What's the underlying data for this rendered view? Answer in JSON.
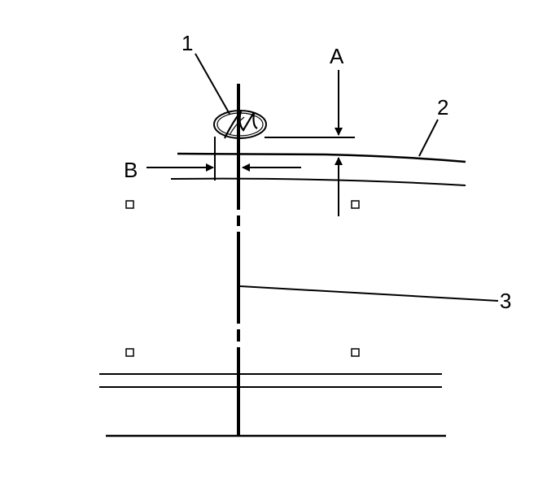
{
  "labels": {
    "callout_1": "1",
    "callout_2": "2",
    "callout_3": "3",
    "dimension_a": "A",
    "dimension_b": "B"
  },
  "colors": {
    "line": "#000000",
    "background": "#ffffff"
  },
  "icons": {
    "emblem": "brand-emblem-icon"
  }
}
